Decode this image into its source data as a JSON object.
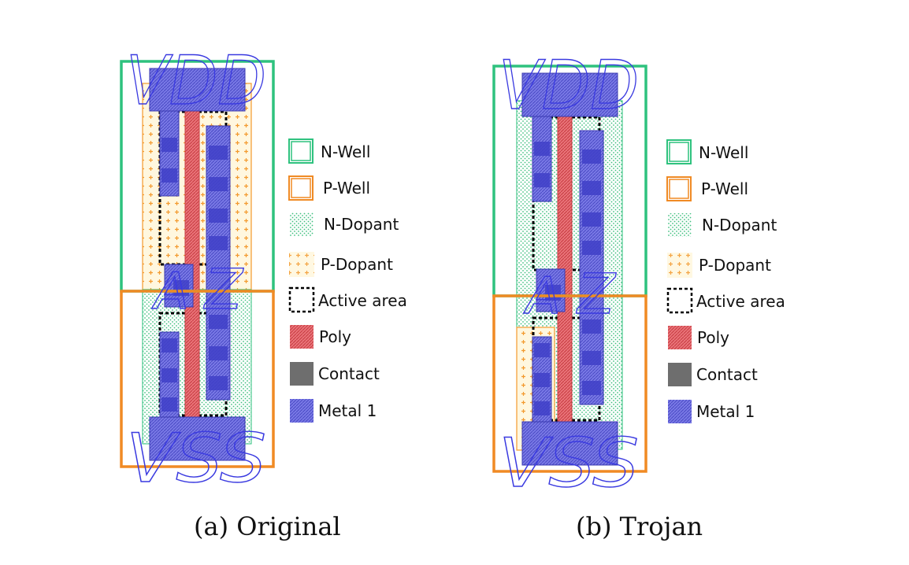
{
  "panels": [
    {
      "id": "original",
      "caption": "(a) Original",
      "rail_top": "VDD",
      "rail_bottom": "VSS",
      "output_pin": "Z",
      "input_pin": "A",
      "legend": [
        "N-Well",
        "P-Well",
        "N-Dopant",
        "P-Dopant",
        "Active area",
        "Poly",
        "Contact",
        "Metal 1"
      ]
    },
    {
      "id": "trojan",
      "caption": "(b) Trojan",
      "rail_top": "VDD",
      "rail_bottom": "VSS",
      "output_pin": "Z",
      "input_pin": "A",
      "legend": [
        "N-Well",
        "P-Well",
        "N-Dopant",
        "P-Dopant",
        "Active area",
        "Poly",
        "Contact",
        "Metal 1"
      ]
    }
  ],
  "colors": {
    "n_well": "#2ec27e",
    "p_well": "#f08a24",
    "n_dopant": "#3fbf7f",
    "p_dopant": "#f39a2e",
    "active": "#000000",
    "poly": "#e0575c",
    "contact": "#6e6e6e",
    "metal1": "#5a5ad6",
    "pin_text": "#3a3ae0"
  }
}
